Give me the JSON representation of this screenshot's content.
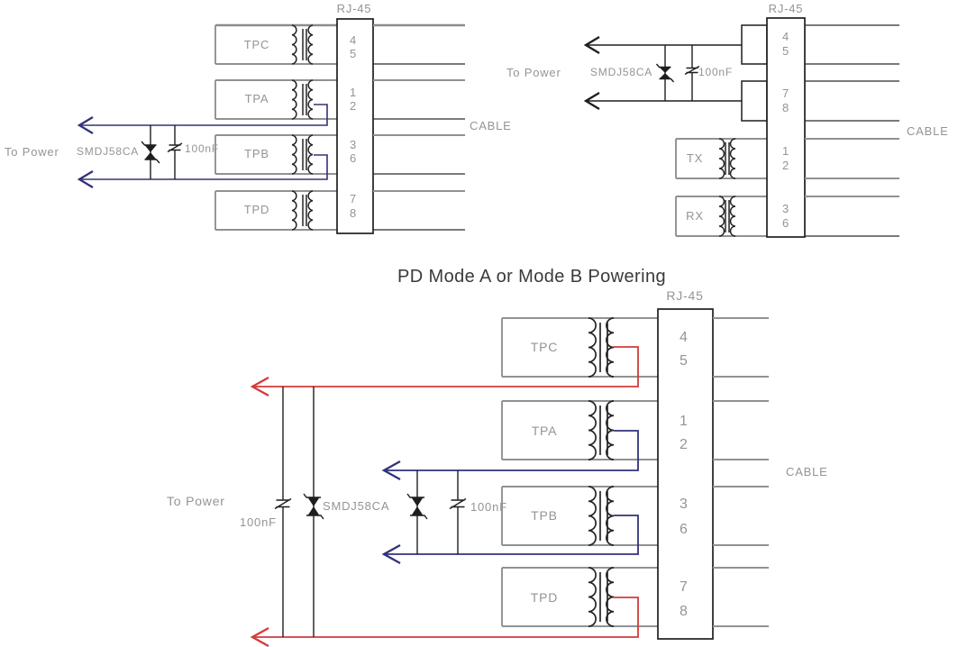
{
  "colors": {
    "wire_blue": "#32327a",
    "wire_red": "#d43a3a",
    "line_gray": "#919191",
    "line_black": "#2b2b2b",
    "text_gray": "#949494",
    "title_color": "#3a3a3a"
  },
  "title": "PD Mode A or Mode B Powering",
  "top_left": {
    "rj45_label": "RJ-45",
    "cable_label": "CABLE",
    "to_power_label": "To Power",
    "tvs_label": "SMDJ58CA",
    "cap_label": "100nF",
    "channels": [
      "TPC",
      "TPA",
      "TPB",
      "TPD"
    ],
    "pins": [
      "4",
      "5",
      "1",
      "2",
      "3",
      "6",
      "7",
      "8"
    ]
  },
  "top_right": {
    "rj45_label": "RJ-45",
    "cable_label": "CABLE",
    "to_power_label": "To Power",
    "tvs_label": "SMDJ58CA",
    "cap_label": "100nF",
    "channels": [
      "TX",
      "RX"
    ],
    "pins": [
      "4",
      "5",
      "7",
      "8",
      "1",
      "2",
      "3",
      "6"
    ]
  },
  "bottom": {
    "rj45_label": "RJ-45",
    "cable_label": "CABLE",
    "to_power_label": "To Power",
    "tvs_label": "SMDJ58CA",
    "cap_left_label": "100nF",
    "cap_right_label": "100nF",
    "channels": [
      "TPC",
      "TPA",
      "TPB",
      "TPD"
    ],
    "pins": [
      "4",
      "5",
      "1",
      "2",
      "3",
      "6",
      "7",
      "8"
    ]
  }
}
